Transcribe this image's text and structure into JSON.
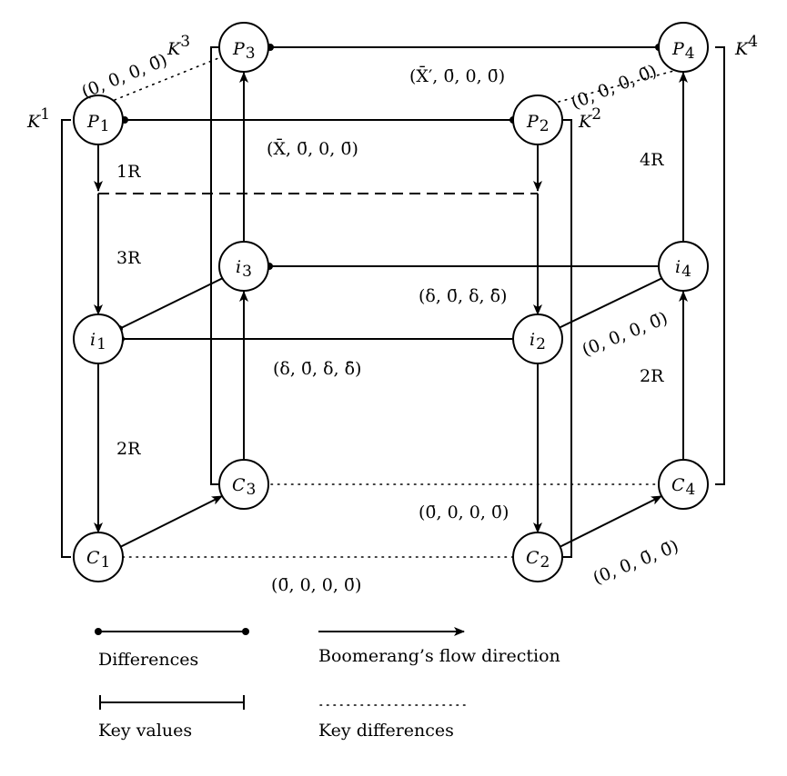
{
  "nodes": {
    "P1": {
      "name": "P",
      "sub": "1"
    },
    "P2": {
      "name": "P",
      "sub": "2"
    },
    "P3": {
      "name": "P",
      "sub": "3"
    },
    "P4": {
      "name": "P",
      "sub": "4"
    },
    "i1": {
      "name": "i",
      "sub": "1"
    },
    "i2": {
      "name": "i",
      "sub": "2"
    },
    "i3": {
      "name": "i",
      "sub": "3"
    },
    "i4": {
      "name": "i",
      "sub": "4"
    },
    "C1": {
      "name": "C",
      "sub": "1"
    },
    "C2": {
      "name": "C",
      "sub": "2"
    },
    "C3": {
      "name": "C",
      "sub": "3"
    },
    "C4": {
      "name": "C",
      "sub": "4"
    }
  },
  "keys": {
    "K1": {
      "name": "K",
      "sup": "1"
    },
    "K2": {
      "name": "K",
      "sup": "2"
    },
    "K3": {
      "name": "K",
      "sup": "3"
    },
    "K4": {
      "name": "K",
      "sup": "4"
    }
  },
  "rounds": {
    "r1": "1R",
    "r3": "3R",
    "r2_left": "2R",
    "r4": "4R",
    "r2_right": "2R"
  },
  "differences": {
    "p1p2": "(X̄, 0̄, 0, 0̄)",
    "p3p4": "(X̄′, 0̄, 0, 0̄)",
    "i3i4": "(δ, 0̄, δ, δ̄)",
    "i1i2": "(δ, 0̄, δ, δ̄)",
    "c3c4": "(0̄, 0, 0, 0̄)",
    "c1c2": "(0̄, 0, 0, 0̄)",
    "k1k3": "(0, 0, 0, 0̄)",
    "k2k4": "(0, 0, 0, 0̄)",
    "i2i4": "(0, 0, 0, 0̄)",
    "c2c4": "(0, 0, 0̄, 0̄)"
  },
  "legend": {
    "differences": "Differences",
    "flow": "Boomerang’s flow direction",
    "key_values": "Key values",
    "key_differences": "Key differences"
  }
}
